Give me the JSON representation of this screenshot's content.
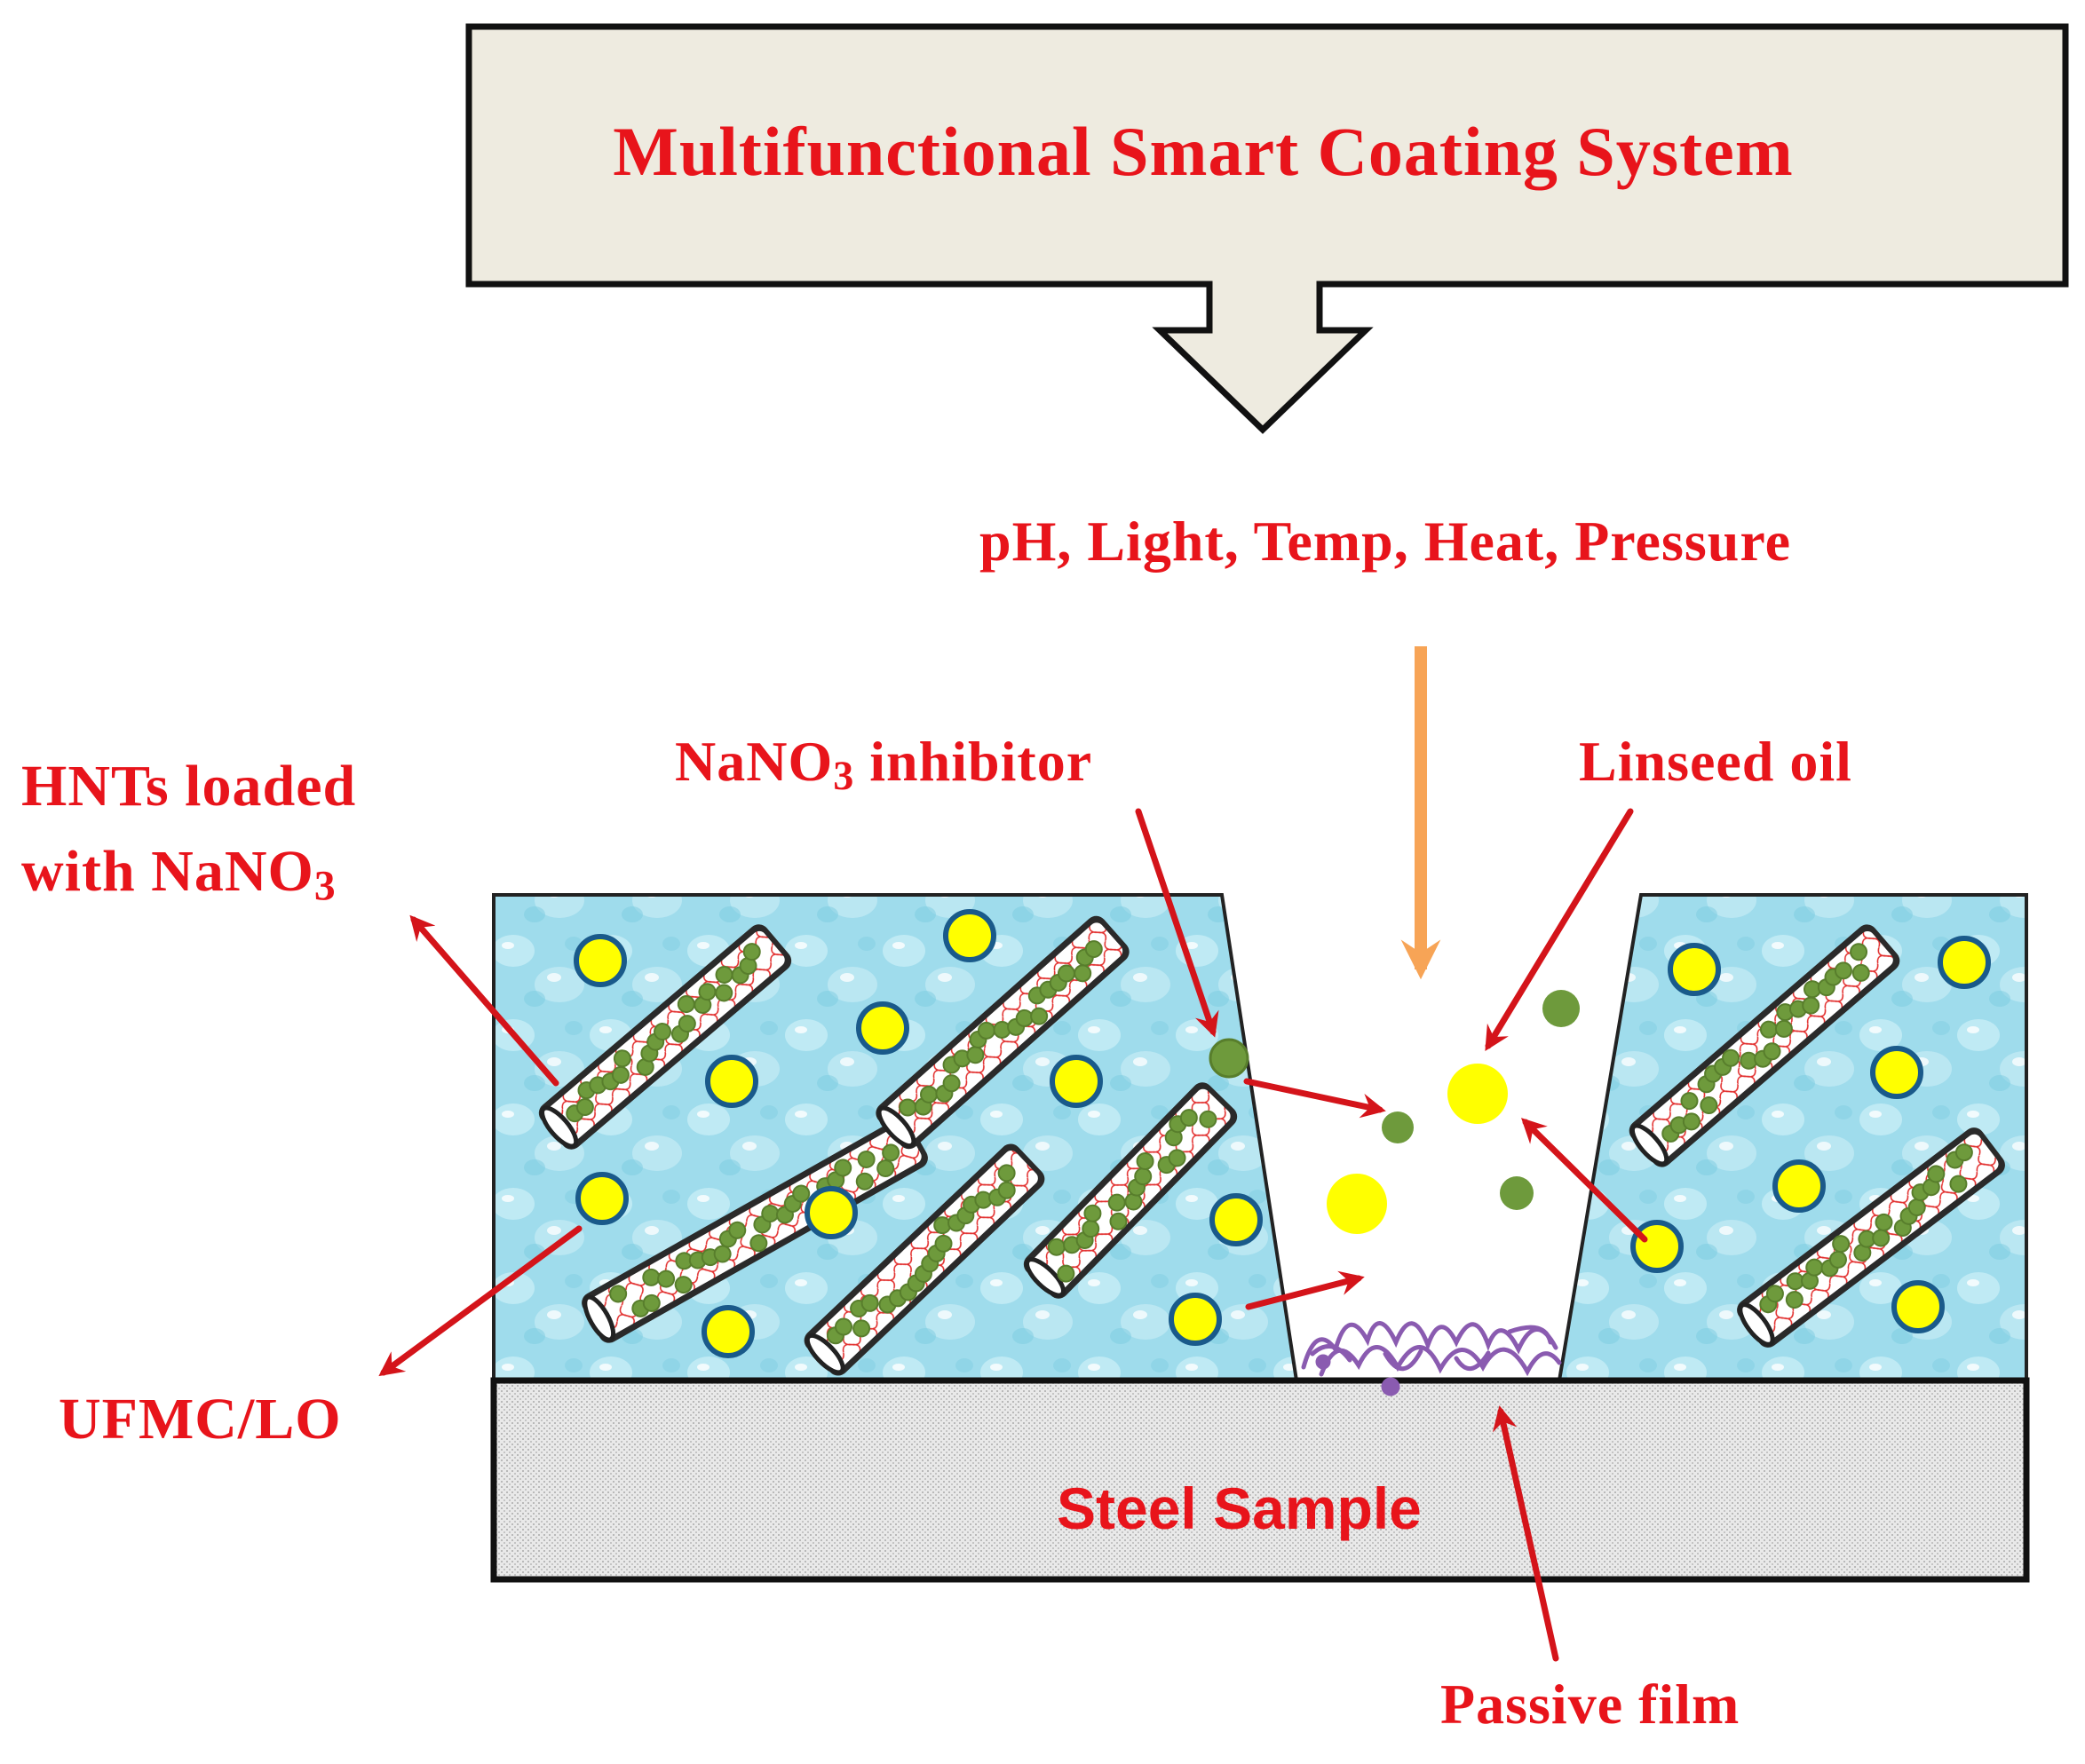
{
  "title": "Multifunctional Smart Coating System",
  "stimuli": "pH, Light, Temp, Heat, Pressure",
  "labels": {
    "hnt_line1": "HNTs loaded",
    "hnt_line2_prefix": "with NaNO",
    "hnt_sub": "3",
    "inhibitor_prefix": "NaNO",
    "inhibitor_sub": "3",
    "inhibitor_suffix": " inhibitor",
    "linseed": "Linseed oil",
    "ufmc": "UFMC/LO",
    "steel": "Steel Sample",
    "passive": "Passive film"
  },
  "colors": {
    "label_red": "#e8141b",
    "arrow_red": "#d4141a",
    "arrow_orange": "#f7a456",
    "banner_fill": "#eeebe0",
    "coating_blue": "#9fdcec",
    "capsule_yellow": "#ffff00",
    "capsule_ring": "#1a5a8a",
    "inhibitor_green": "#6e9a3c",
    "passive_purple": "#8a5bb0"
  }
}
